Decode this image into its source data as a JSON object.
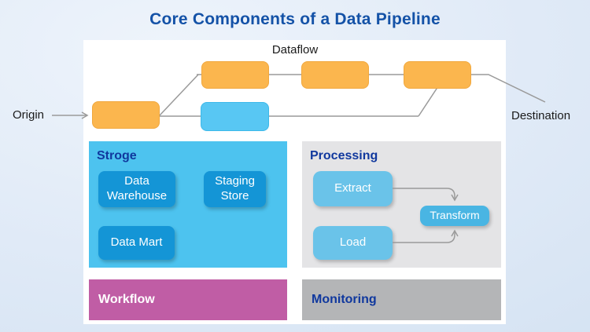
{
  "title": "Core Components of a Data Pipeline",
  "flow": {
    "dataflow_label": "Dataflow",
    "origin_label": "Origin",
    "destination_label": "Destination"
  },
  "sections": {
    "storage": {
      "title": "Stroge",
      "boxes": [
        "Data Warehouse",
        "Staging Store",
        "Data Mart"
      ]
    },
    "processing": {
      "title": "Processing",
      "boxes": [
        "Extract",
        "Load",
        "Transform"
      ]
    },
    "workflow": {
      "title": "Workflow"
    },
    "monitoring": {
      "title": "Monitoring"
    }
  },
  "colors": {
    "title_text": "#1452a7",
    "section_title_text": "#10389e",
    "label_text": "#1a1a1a",
    "line": "#9a9a9a",
    "panel_bg": "#ffffff",
    "page_bg_1": "#eef4fb",
    "page_bg_2": "#d2e1f1",
    "orange_node": "#fbb64e",
    "orange_node_border": "#f1a83e",
    "blue_node": "#58c7f3",
    "blue_node_border": "#3db9ea",
    "storage_panel": "#4dc3ef",
    "storage_box": "#1495d6",
    "processing_panel": "#e4e4e6",
    "processing_box": "#6ac3e9",
    "transform_box": "#49b5e3",
    "workflow_panel": "#c05da5",
    "monitoring_panel": "#b4b5b7",
    "box_text": "#ffffff"
  }
}
